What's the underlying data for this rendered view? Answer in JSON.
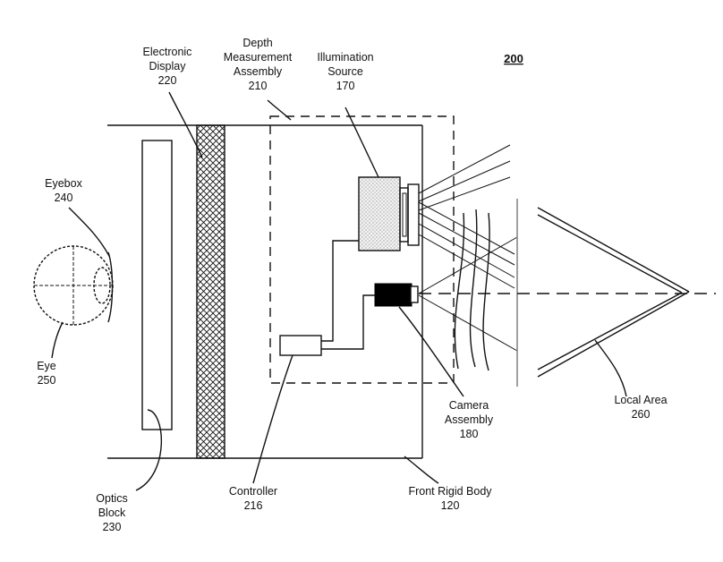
{
  "figure_number": "200",
  "labels": {
    "electronic_display": {
      "line1": "Electronic",
      "line2": "Display",
      "ref": "220"
    },
    "depth_assembly": {
      "line1": "Depth",
      "line2": "Measurement",
      "line3": "Assembly",
      "ref": "210"
    },
    "illumination_source": {
      "line1": "Illumination",
      "line2": "Source",
      "ref": "170"
    },
    "eyebox": {
      "line1": "Eyebox",
      "ref": "240"
    },
    "eye": {
      "line1": "Eye",
      "ref": "250"
    },
    "optics_block": {
      "line1": "Optics",
      "line2": "Block",
      "ref": "230"
    },
    "controller": {
      "line1": "Controller",
      "ref": "216"
    },
    "camera_assembly": {
      "line1": "Camera",
      "line2": "Assembly",
      "ref": "180"
    },
    "front_rigid_body": {
      "line1": "Front Rigid Body",
      "ref": "120"
    },
    "local_area": {
      "line1": "Local Area",
      "ref": "260"
    }
  }
}
